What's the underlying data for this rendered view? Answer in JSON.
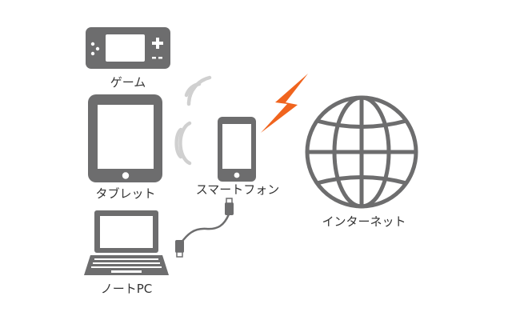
{
  "labels": {
    "game": "ゲーム",
    "tablet": "タブレット",
    "smartphone": "スマートフォン",
    "notebook_pc": "ノートPC",
    "internet": "インターネット"
  },
  "icons": {
    "game": "handheld-game-console-icon",
    "tablet": "tablet-icon",
    "smartphone": "smartphone-icon",
    "notebook_pc": "laptop-icon",
    "internet": "globe-icon",
    "wifi": "wifi-signal-icon",
    "cable": "usb-cable-icon",
    "connection": "lightning-bolt-icon"
  },
  "colors": {
    "device": "#6d6d6e",
    "signal": "#d0d0d0",
    "bolt": "#f0641e",
    "text": "#333333",
    "background": "#ffffff"
  }
}
